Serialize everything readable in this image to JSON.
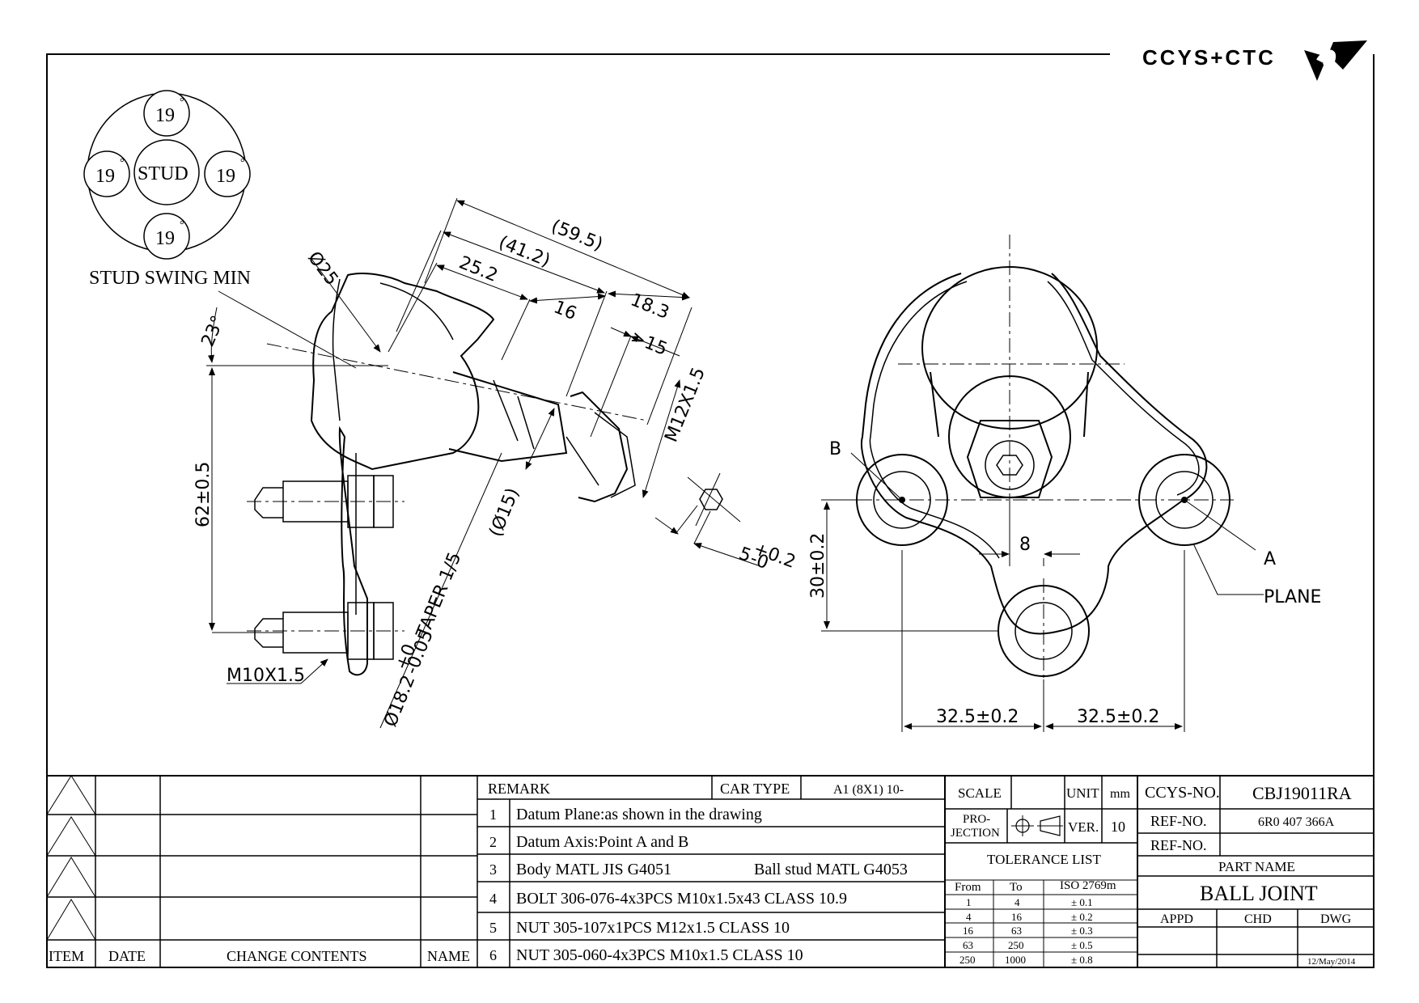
{
  "logo": {
    "text": "CCYS+CTC"
  },
  "stud_swing": {
    "top": "19",
    "left": "19",
    "right": "19",
    "bottom": "19",
    "degree": "°",
    "center": "STUD",
    "caption": "STUD SWING MIN"
  },
  "side_view": {
    "d25": "Ø25",
    "angle": "23°",
    "height": "62±0.5",
    "d59": "(59.5)",
    "d41": "(41.2)",
    "d25_2": "25.2",
    "d16": "16",
    "d18_3": "18.3",
    "gt15": ">15",
    "m12": "M12X1.5",
    "d15": "(Ø15)",
    "taper": "TAPER 1/5",
    "d18_2": "Ø18.2",
    "d18_2_tol_upper": "+0",
    "d18_2_tol_lower": "-0.05",
    "m10": "M10X1.5",
    "hex": "5",
    "hex_tol_upper": "+0.2",
    "hex_tol_lower": "-0"
  },
  "top_view": {
    "b": "B",
    "a": "A",
    "plane": "PLANE",
    "d30": "30±0.2",
    "d8": "8",
    "d32_left": "32.5±0.2",
    "d32_right": "32.5±0.2"
  },
  "revision_table": {
    "headers": [
      "ITEM",
      "DATE",
      "CHANGE CONTENTS",
      "NAME"
    ]
  },
  "remark": {
    "label": "REMARK",
    "car_type_label": "CAR TYPE",
    "car_type": "A1 (8X1) 10-",
    "items": [
      {
        "n": "1",
        "text": "Datum Plane:as shown in the drawing",
        "extra": ""
      },
      {
        "n": "2",
        "text": "Datum Axis:Point A and B",
        "extra": ""
      },
      {
        "n": "3",
        "text": "Body MATL JIS G4051",
        "extra": "Ball stud MATL G4053"
      },
      {
        "n": "4",
        "text": "BOLT 306-076-4x3PCS M10x1.5x43 CLASS 10.9",
        "extra": ""
      },
      {
        "n": "5",
        "text": "NUT 305-107x1PCS M12x1.5 CLASS 10",
        "extra": ""
      },
      {
        "n": "6",
        "text": "NUT 305-060-4x3PCS M10x1.5 CLASS 10",
        "extra": ""
      }
    ]
  },
  "spec": {
    "scale_label": "SCALE",
    "unit_label": "UNIT",
    "unit": "mm",
    "projection_line1": "PRO-",
    "projection_line2": "JECTION",
    "ver_label": "VER.",
    "ver": "10",
    "tolerance_title": "TOLERANCE LIST",
    "tol_headers": [
      "From",
      "To",
      "ISO 2769m"
    ],
    "tol_rows": [
      [
        "1",
        "4",
        "± 0.1"
      ],
      [
        "4",
        "16",
        "± 0.2"
      ],
      [
        "16",
        "63",
        "± 0.3"
      ],
      [
        "63",
        "250",
        "± 0.5"
      ],
      [
        "250",
        "1000",
        "± 0.8"
      ]
    ]
  },
  "title_block": {
    "ccys_label": "CCYS-NO.",
    "ccys_no": "CBJ19011RA",
    "ref_label": "REF-NO.",
    "ref_no": "6R0 407 366A",
    "ref_label2": "REF-NO.",
    "ref_no2": "",
    "part_name_label": "PART NAME",
    "part_name": "BALL JOINT",
    "appd": "APPD",
    "chd": "CHD",
    "dwg": "DWG",
    "date": "12/May/2014"
  }
}
